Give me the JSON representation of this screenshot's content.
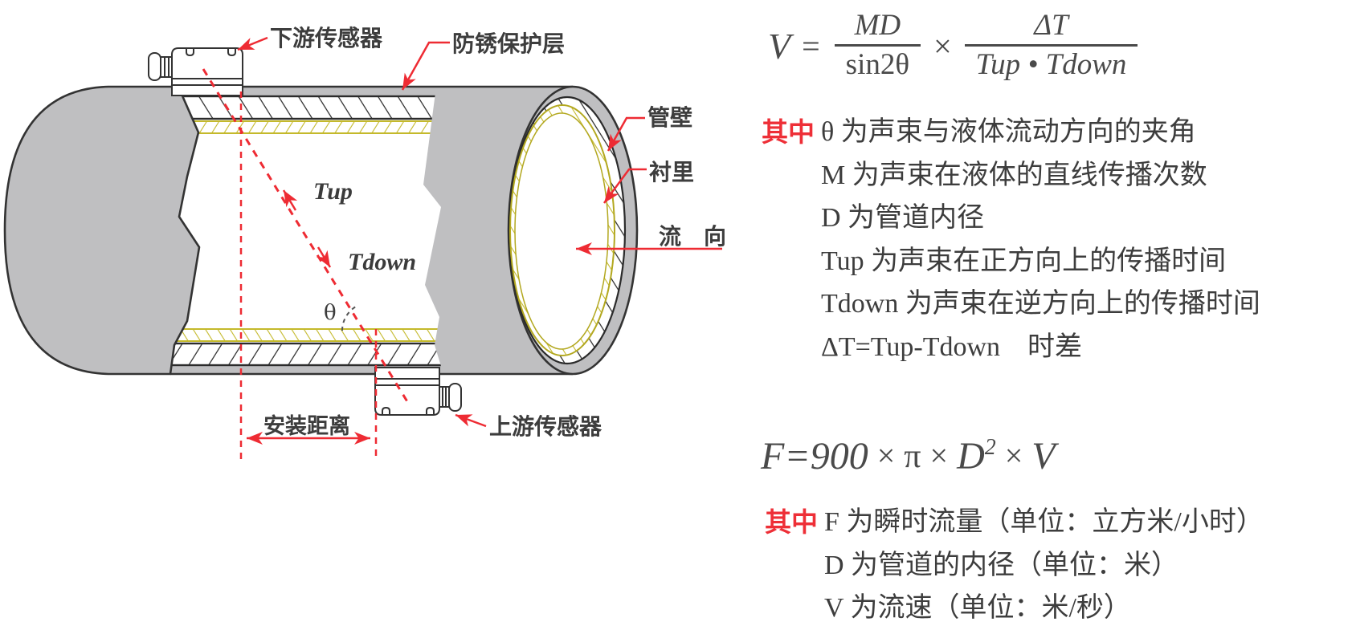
{
  "diagram": {
    "labels": {
      "downstream_sensor": "下游传感器",
      "rust_layer": "防锈保护层",
      "pipe_wall": "管壁",
      "lining": "衬里",
      "flow_direction": "流　向",
      "upstream_sensor": "上游传感器",
      "install_distance": "安装距离",
      "t_up": "Tup",
      "t_down": "Tdown",
      "theta": "θ"
    },
    "colors": {
      "pipe_gray": "#bfbfc1",
      "lining_yellow": "#c4b92b",
      "accent_red": "#ee2b33",
      "ink": "#3d3d3d"
    }
  },
  "formula1": {
    "lhs": "V",
    "equals": "=",
    "numerator1": "MD",
    "denominator1": "sin2θ",
    "times": "×",
    "numerator2": "ΔT",
    "denominator2": "Tup • Tdown"
  },
  "where1": {
    "label": "其中",
    "lines": [
      "θ 为声束与液体流动方向的夹角",
      "M 为声束在液体的直线传播次数",
      "D 为管道内径",
      "Tup 为声束在正方向上的传播时间",
      "Tdown 为声束在逆方向上的传播时间",
      "ΔT=Tup-Tdown　时差"
    ]
  },
  "formula2": {
    "prefix": "F=900",
    "times1": "×",
    "pi": "π",
    "times2": "×",
    "base": "D",
    "exponent": "2",
    "times3": "×",
    "velocity": "V"
  },
  "where2": {
    "label": "其中",
    "lines": [
      "F 为瞬时流量（单位：立方米/小时）",
      "D 为管道的内径（单位：米）",
      "V 为流速（单位：米/秒）"
    ]
  }
}
